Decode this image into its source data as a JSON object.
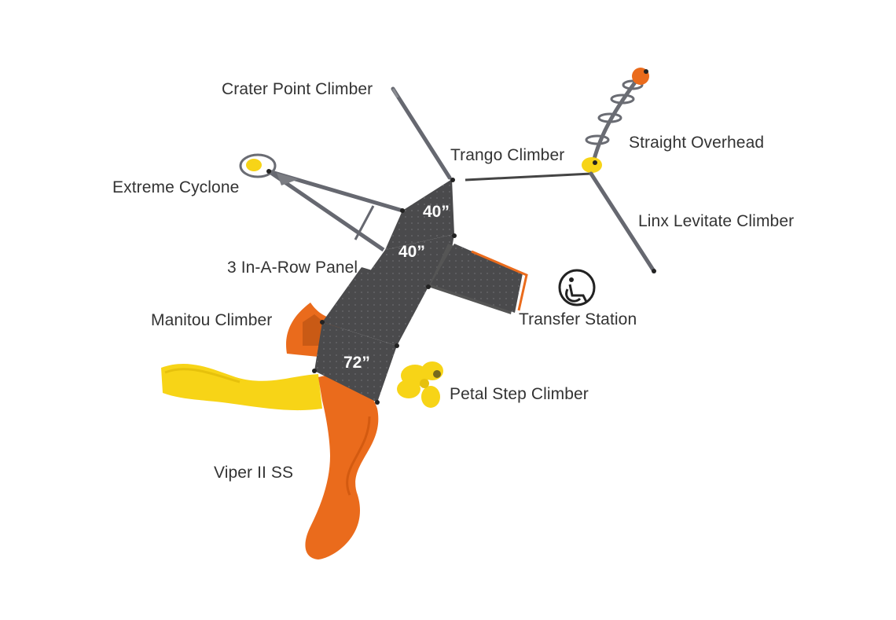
{
  "labels": {
    "crater_point_climber": "Crater Point Climber",
    "trango_climber": "Trango Climber",
    "straight_overhead": "Straight Overhead",
    "extreme_cyclone": "Extreme Cyclone",
    "linx_levitate_climber": "Linx Levitate Climber",
    "three_in_a_row_panel": "3 In-A-Row Panel",
    "manitou_climber": "Manitou Climber",
    "transfer_station": "Transfer Station",
    "petal_step_climber": "Petal Step Climber",
    "viper_ii_ss": "Viper II SS"
  },
  "deck_heights": {
    "top_deck": "40”",
    "middle_deck": "40”",
    "bottom_deck": "72”"
  },
  "icons": {
    "accessibility": "wheelchair-accessible-icon"
  },
  "colors": {
    "deck": "#474747",
    "post": "#5f6168",
    "slide_yellow": "#f7d417",
    "slide_orange": "#ea6b1c",
    "label_text": "#333333"
  }
}
